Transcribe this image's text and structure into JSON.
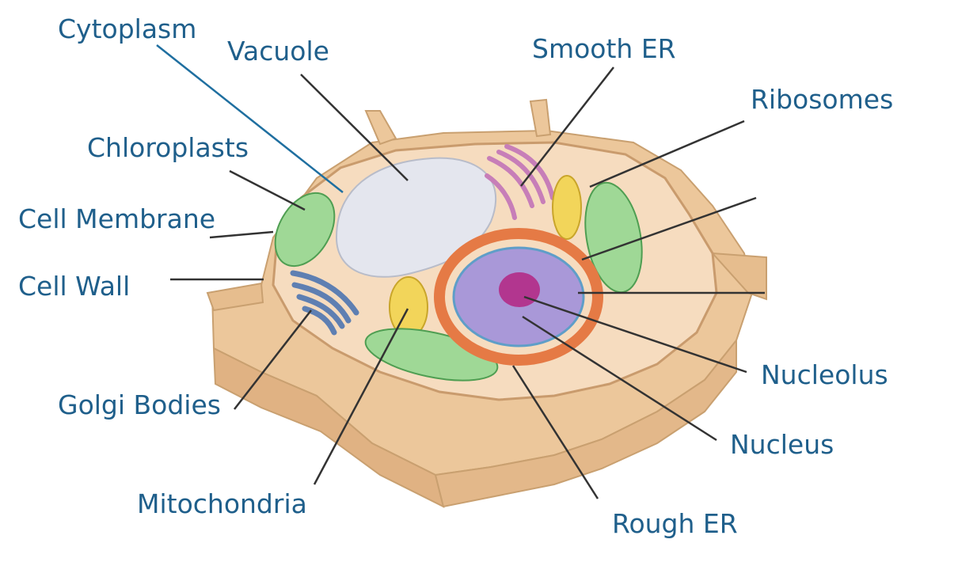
{
  "colors": {
    "label_text": "#1f5f8b",
    "leader_line": "#333333",
    "cytoplasm_line": "#1f6fa0",
    "cell_wall": "#ecc79b",
    "cell_wall_edge": "#c9a070",
    "cytoplasm": "#f6dcbf",
    "vacuole": "#e4e6ee",
    "chloroplast": "#9fd896",
    "golgi": "#5e7fb2",
    "smooth_er": "#c77eb8",
    "mitochondria": "#f2d55a",
    "rough_er": "#e57a45",
    "nucleus": "#a998d8",
    "nucleolus": "#b2368f"
  },
  "labels": {
    "cytoplasm": "Cytoplasm",
    "vacuole": "Vacuole",
    "smooth_er": "Smooth ER",
    "ribosomes": "Ribosomes",
    "chloroplasts": "Chloroplasts",
    "cell_membrane": "Cell Membrane",
    "cell_wall": "Cell Wall",
    "golgi_bodies": "Golgi Bodies",
    "mitochondria": "Mitochondria",
    "nucleolus": "Nucleolus",
    "nucleus": "Nucleus",
    "rough_er": "Rough ER"
  }
}
